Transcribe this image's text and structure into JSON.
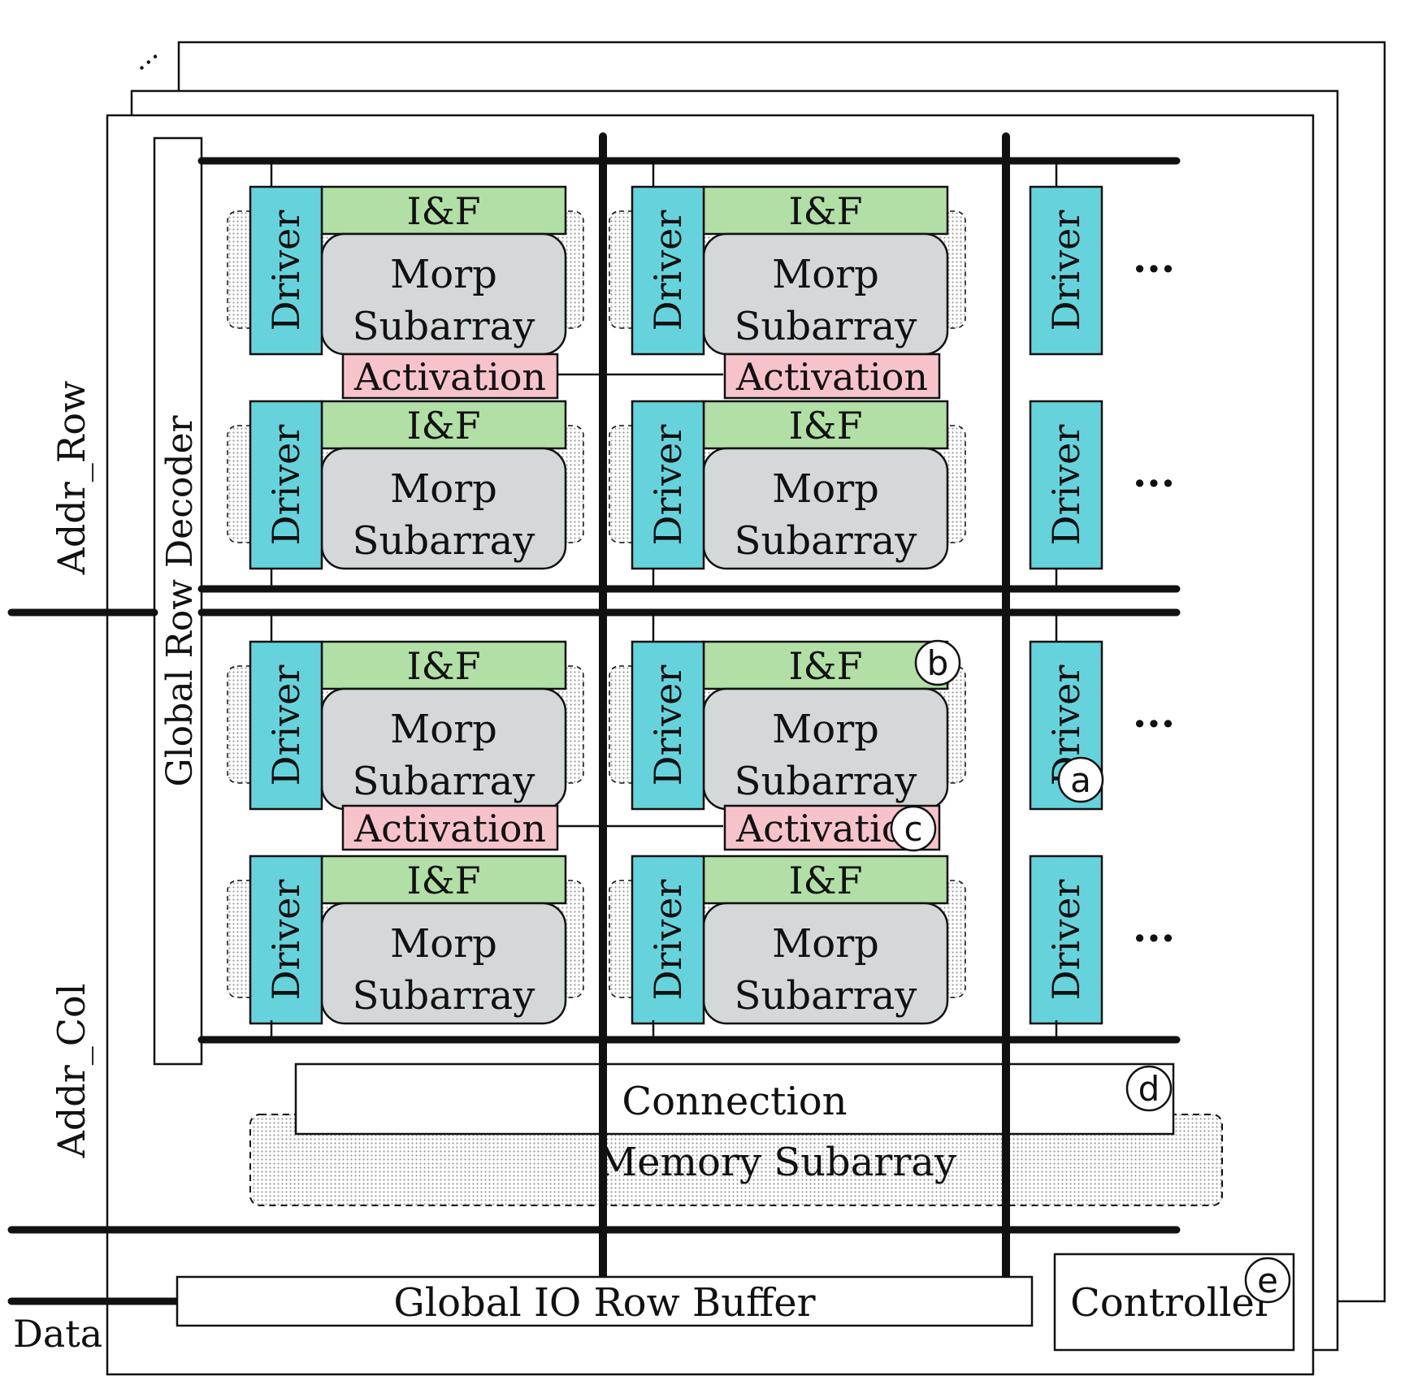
{
  "colors": {
    "driver": "#66d3dc",
    "if": "#b2dfa6",
    "morp": "#d4d8d9",
    "activation": "#f7c3cb",
    "stipple": "#a9a9a9",
    "line": "#111111"
  },
  "labels": {
    "driver": "Driver",
    "if": "I&F",
    "morp_line1": "Morp",
    "morp_line2": "Subarray",
    "activation": "Activation",
    "ellipsis": "···",
    "stack_dots": "···"
  },
  "global_row_decoder": "Global Row Decoder",
  "addr_row": "Addr_Row",
  "addr_col": "Addr_Col",
  "data": "Data",
  "connection": "Connection",
  "memory_subarray": "Memory Subarray",
  "global_io_row_buffer": "Global IO Row Buffer",
  "controller": "Controller",
  "markers": {
    "a": "a",
    "b": "b",
    "c": "c",
    "d": "d",
    "e": "e"
  }
}
